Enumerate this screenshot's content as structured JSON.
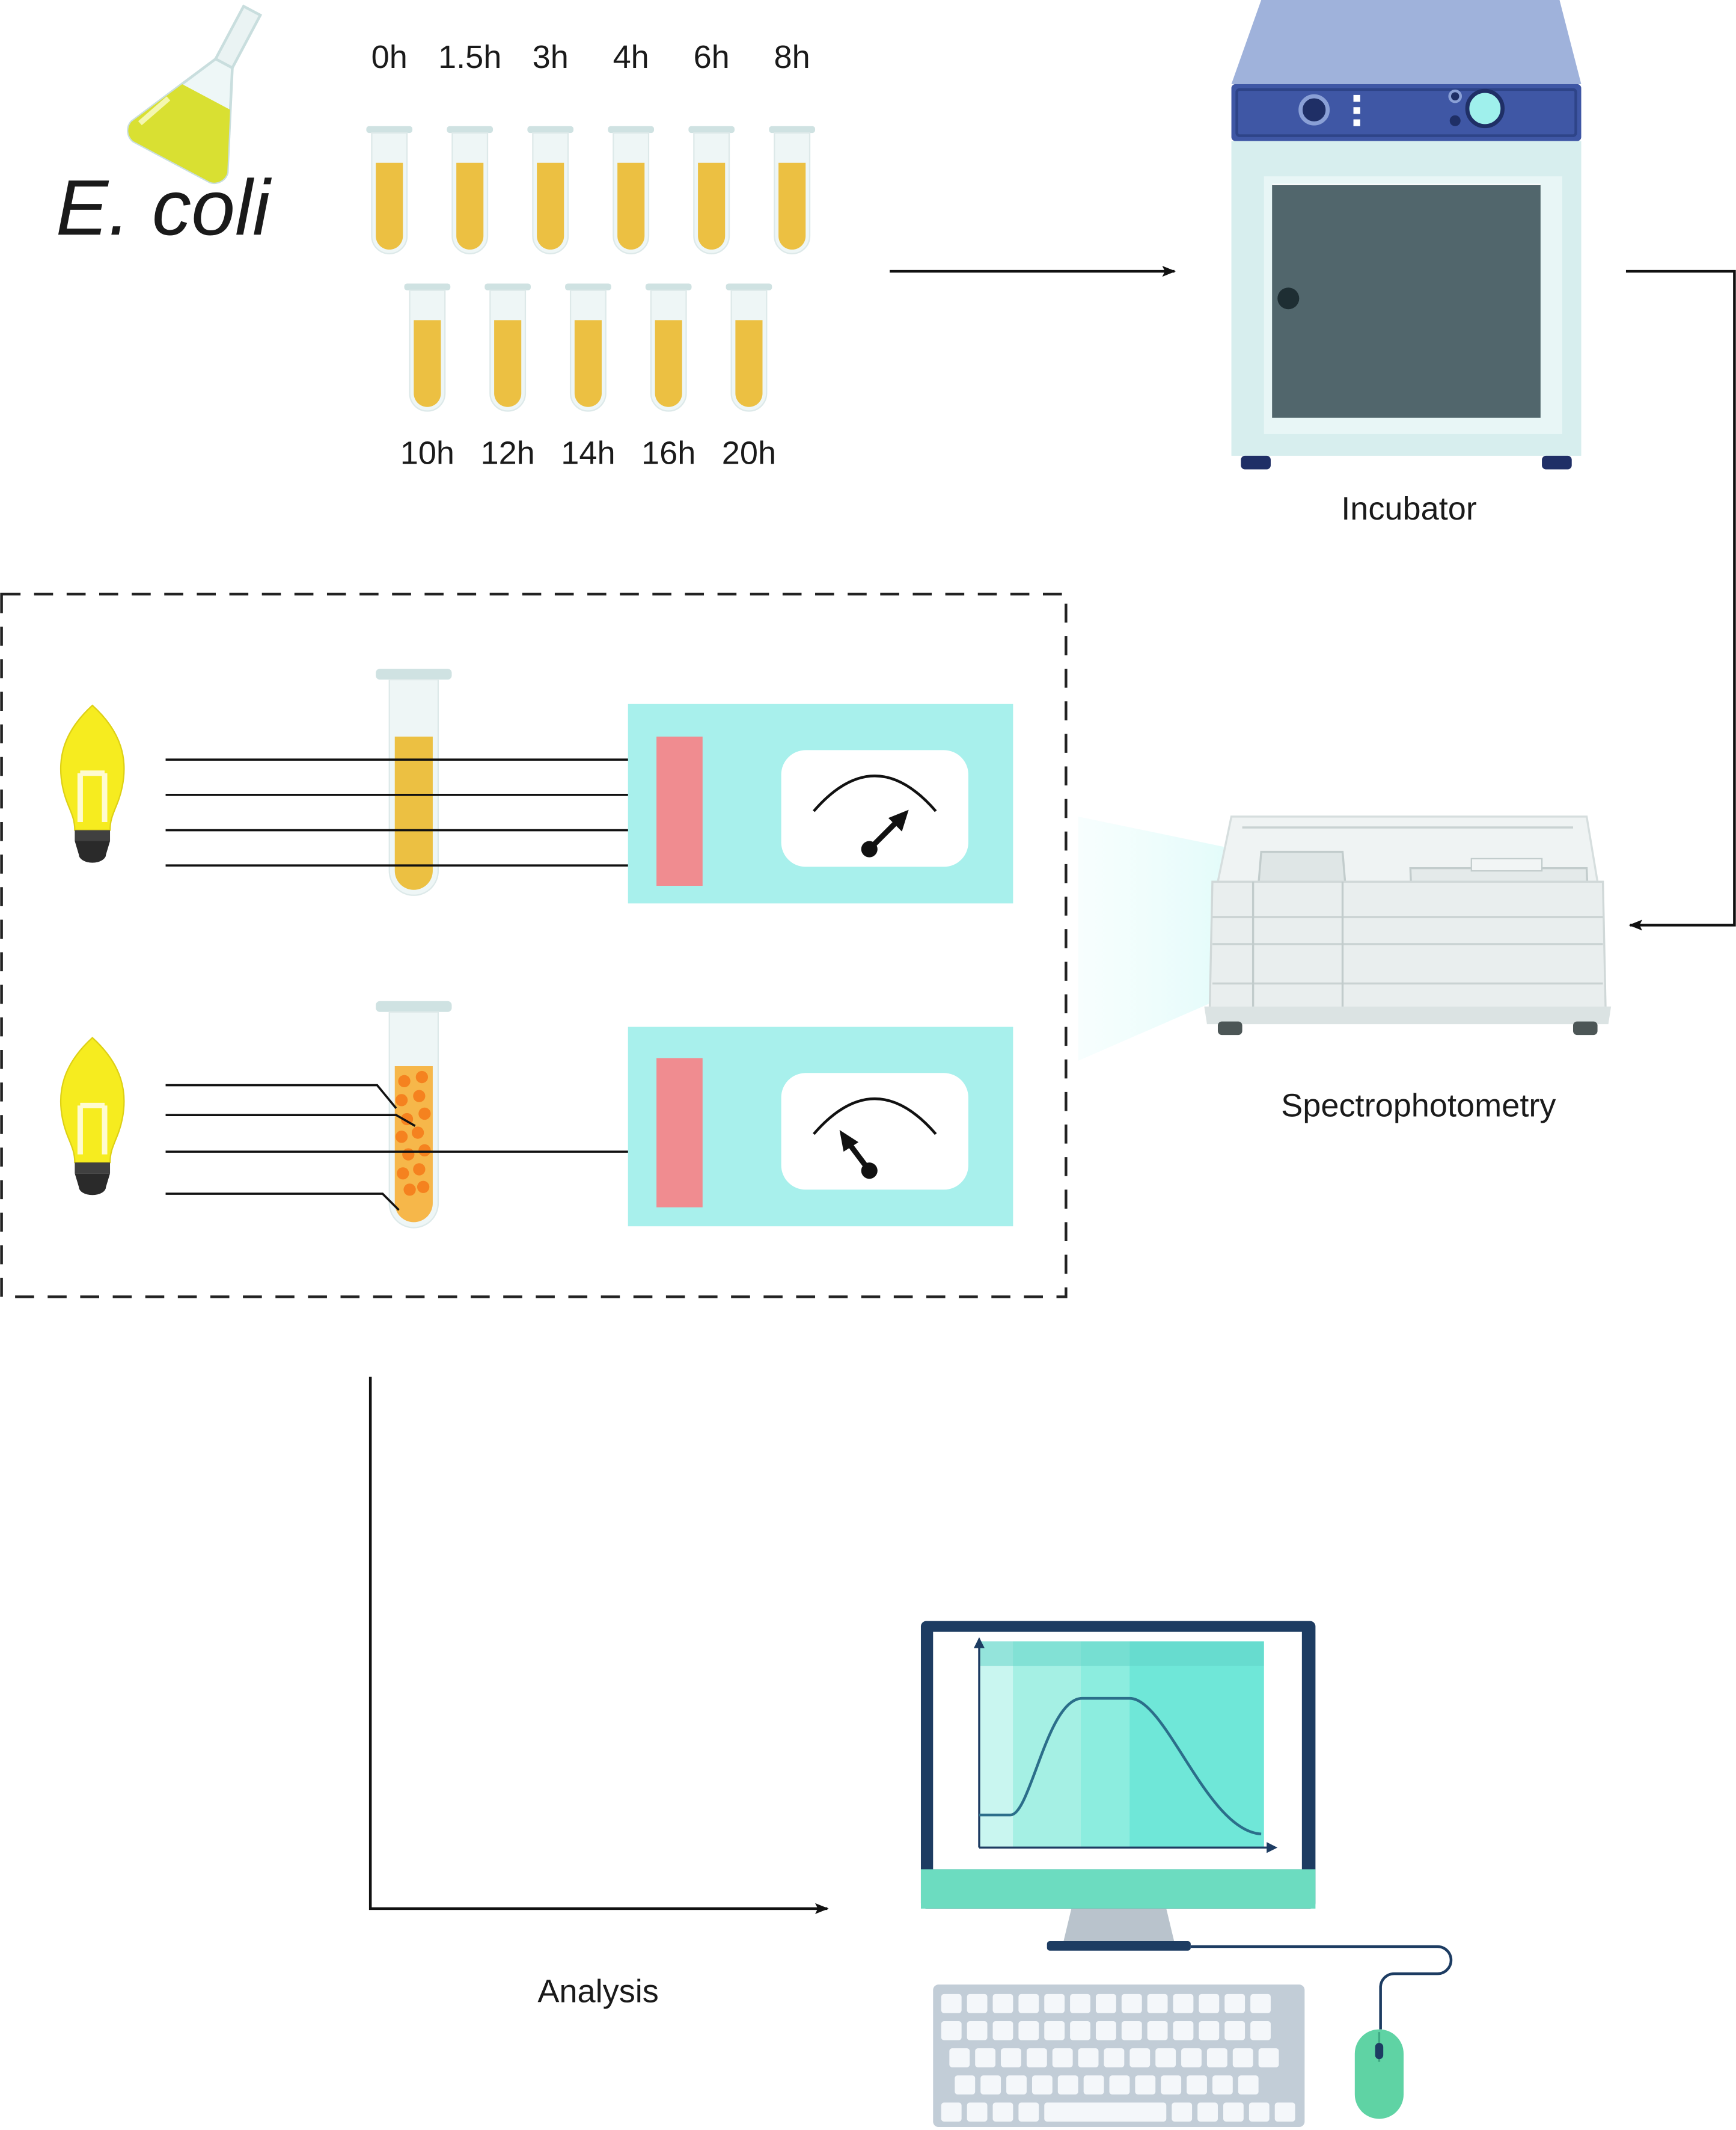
{
  "organism_label": "E. coli",
  "timepoints_top": [
    "0h",
    "1.5h",
    "3h",
    "4h",
    "6h",
    "8h"
  ],
  "timepoints_bottom": [
    "10h",
    "12h",
    "14h",
    "16h",
    "20h"
  ],
  "incubator_label": "Incubator",
  "spectro_label": "Spectrophotometry",
  "analysis_label": "Analysis",
  "colors": {
    "culture": "#ecc042",
    "flask_liquid": "#d9e032",
    "bulb": "#f6ec1f",
    "detector_panel": "#a8f0ec",
    "sensor": "#f08c90",
    "incubator_top": "#3f57a5",
    "incubator_door": "#51666c",
    "monitor_frame": "#1d3c62",
    "monitor_base": "#6cdcc0",
    "particles": "#f5821f",
    "mouse": "#5fd3a4"
  },
  "icons": {
    "flask": "erlenmeyer-flask-icon",
    "tube": "test-tube-icon",
    "incubator": "incubator-icon",
    "spectrophotometer": "spectrophotometer-icon",
    "bulb": "light-bulb-icon",
    "meter": "analog-meter-icon",
    "computer": "desktop-computer-icon",
    "keyboard": "keyboard-icon",
    "mouse": "mouse-icon"
  }
}
